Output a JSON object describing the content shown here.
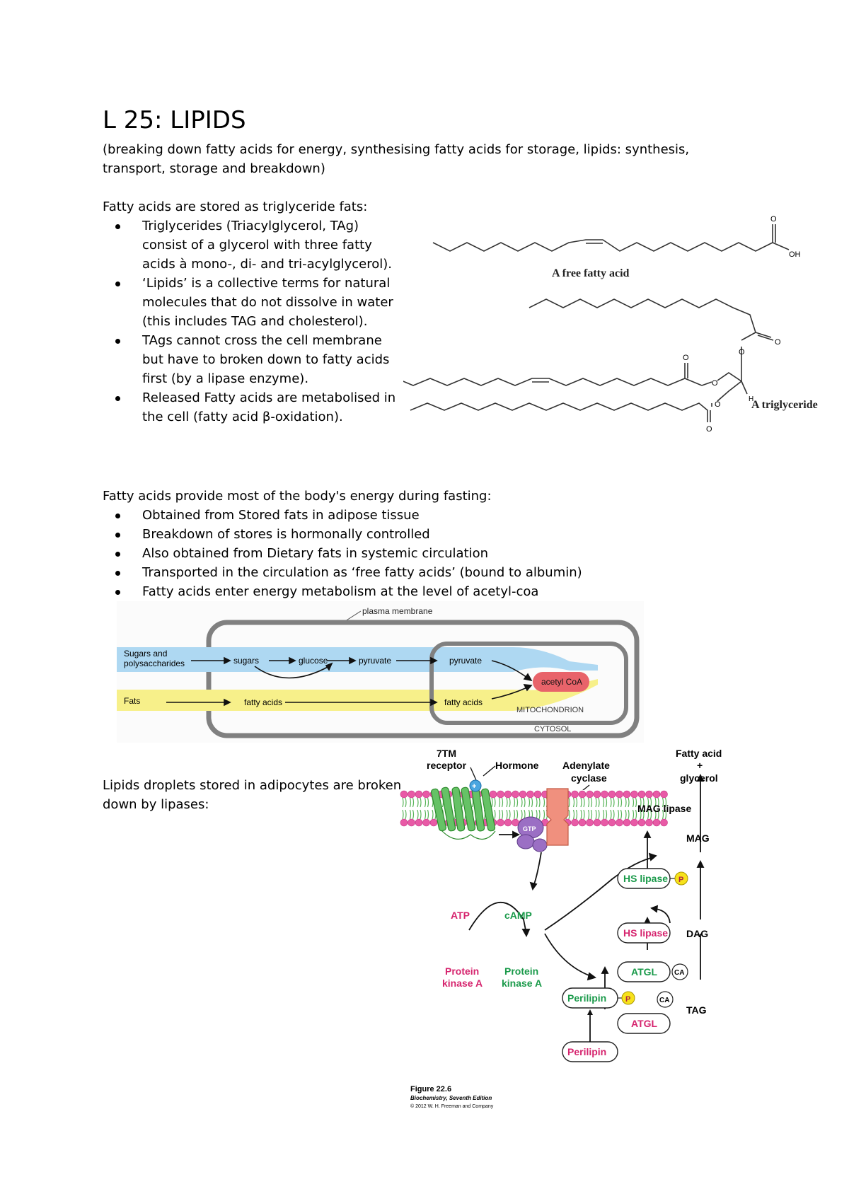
{
  "title": "L 25: LIPIDS",
  "subtitle": "(breaking down fatty acids for energy, synthesising fatty acids for storage, lipids: synthesis, transport, storage and breakdown)",
  "section1": {
    "heading": "Fatty acids are stored as triglyceride fats:",
    "bullets": [
      "Triglycerides (Triacylglycerol, TAg) consist of a glycerol with three fatty acids à mono-, di- and tri-acylglycerol).",
      "‘Lipids’ is a collective terms for natural molecules that do not dissolve in water (this includes TAG and cholesterol).",
      "TAgs cannot cross the cell membrane but have to broken down to fatty acids first (by a lipase enzyme).",
      "Released Fatty acids are metabolised in the cell (fatty acid β-oxidation)."
    ]
  },
  "structures": {
    "free_fatty_acid_label": "A free fatty acid",
    "triglyceride_label": "A triglyceride",
    "atom_O": "O",
    "atom_OH": "OH",
    "atom_H": "H"
  },
  "section2": {
    "heading": "Fatty acids provide most of the body's energy during fasting:",
    "bullets": [
      "Obtained from Stored fats in adipose tissue",
      "Breakdown of stores is hormonally controlled",
      "Also obtained from Dietary fats in systemic circulation",
      "Transported in the circulation as ‘free fatty acids’ (bound to albumin)",
      "Fatty acids enter energy metabolism at the level of acetyl-coa"
    ]
  },
  "metabolism_diagram": {
    "plasma_membrane": "plasma membrane",
    "sugars_source": [
      "Sugars and",
      "polysaccharides"
    ],
    "fats_source": "Fats",
    "sugars": "sugars",
    "glucose": "glucose",
    "pyruvate": "pyruvate",
    "pyruvate_mito": "pyruvate",
    "fatty_acids": "fatty acids",
    "fatty_acids_mito": "fatty acids",
    "acetyl_coa": "acetyl CoA",
    "mitochondrion": "MITOCHONDRION",
    "cytosol": "CYTOSOL",
    "colors": {
      "sugar_band": "#aed8f2",
      "fat_band": "#f7f08a",
      "acetyl": "#e8636a",
      "box": "#7a7a7a"
    }
  },
  "section3": {
    "heading": "Lipids droplets stored in adipocytes are broken down by lipases:"
  },
  "lipolysis_diagram": {
    "receptor": [
      "7TM",
      "receptor"
    ],
    "hormone": "Hormone",
    "adenylate": [
      "Adenylate",
      "cyclase"
    ],
    "gtp": "GTP",
    "atp": "ATP",
    "camp": "cAMP",
    "pka_inactive": [
      "Protein",
      "kinase A"
    ],
    "pka_active": [
      "Protein",
      "kinase A"
    ],
    "fatty_acid_glycerol": [
      "Fatty acid",
      "+",
      "glycerol"
    ],
    "mag_lipase": "MAG lipase",
    "mag": "MAG",
    "hs_lipase_active": "HS lipase",
    "hs_lipase_inactive": "HS lipase",
    "dag": "DAG",
    "atgl_active": "ATGL",
    "atgl_inactive": "ATGL",
    "ca": "CA",
    "p": "P",
    "plus": "+",
    "perilipin_p": "Perilipin",
    "perilipin": "Perilipin",
    "tag": "TAG",
    "caption": [
      "Figure 22.6",
      "Biochemistry, Seventh Edition",
      "© 2012 W. H. Freeman and Company"
    ],
    "colors": {
      "green": "#1a9a4a",
      "magenta": "#d6246e",
      "membrane": "#e85aa6",
      "yellow": "#f7e21b"
    }
  }
}
